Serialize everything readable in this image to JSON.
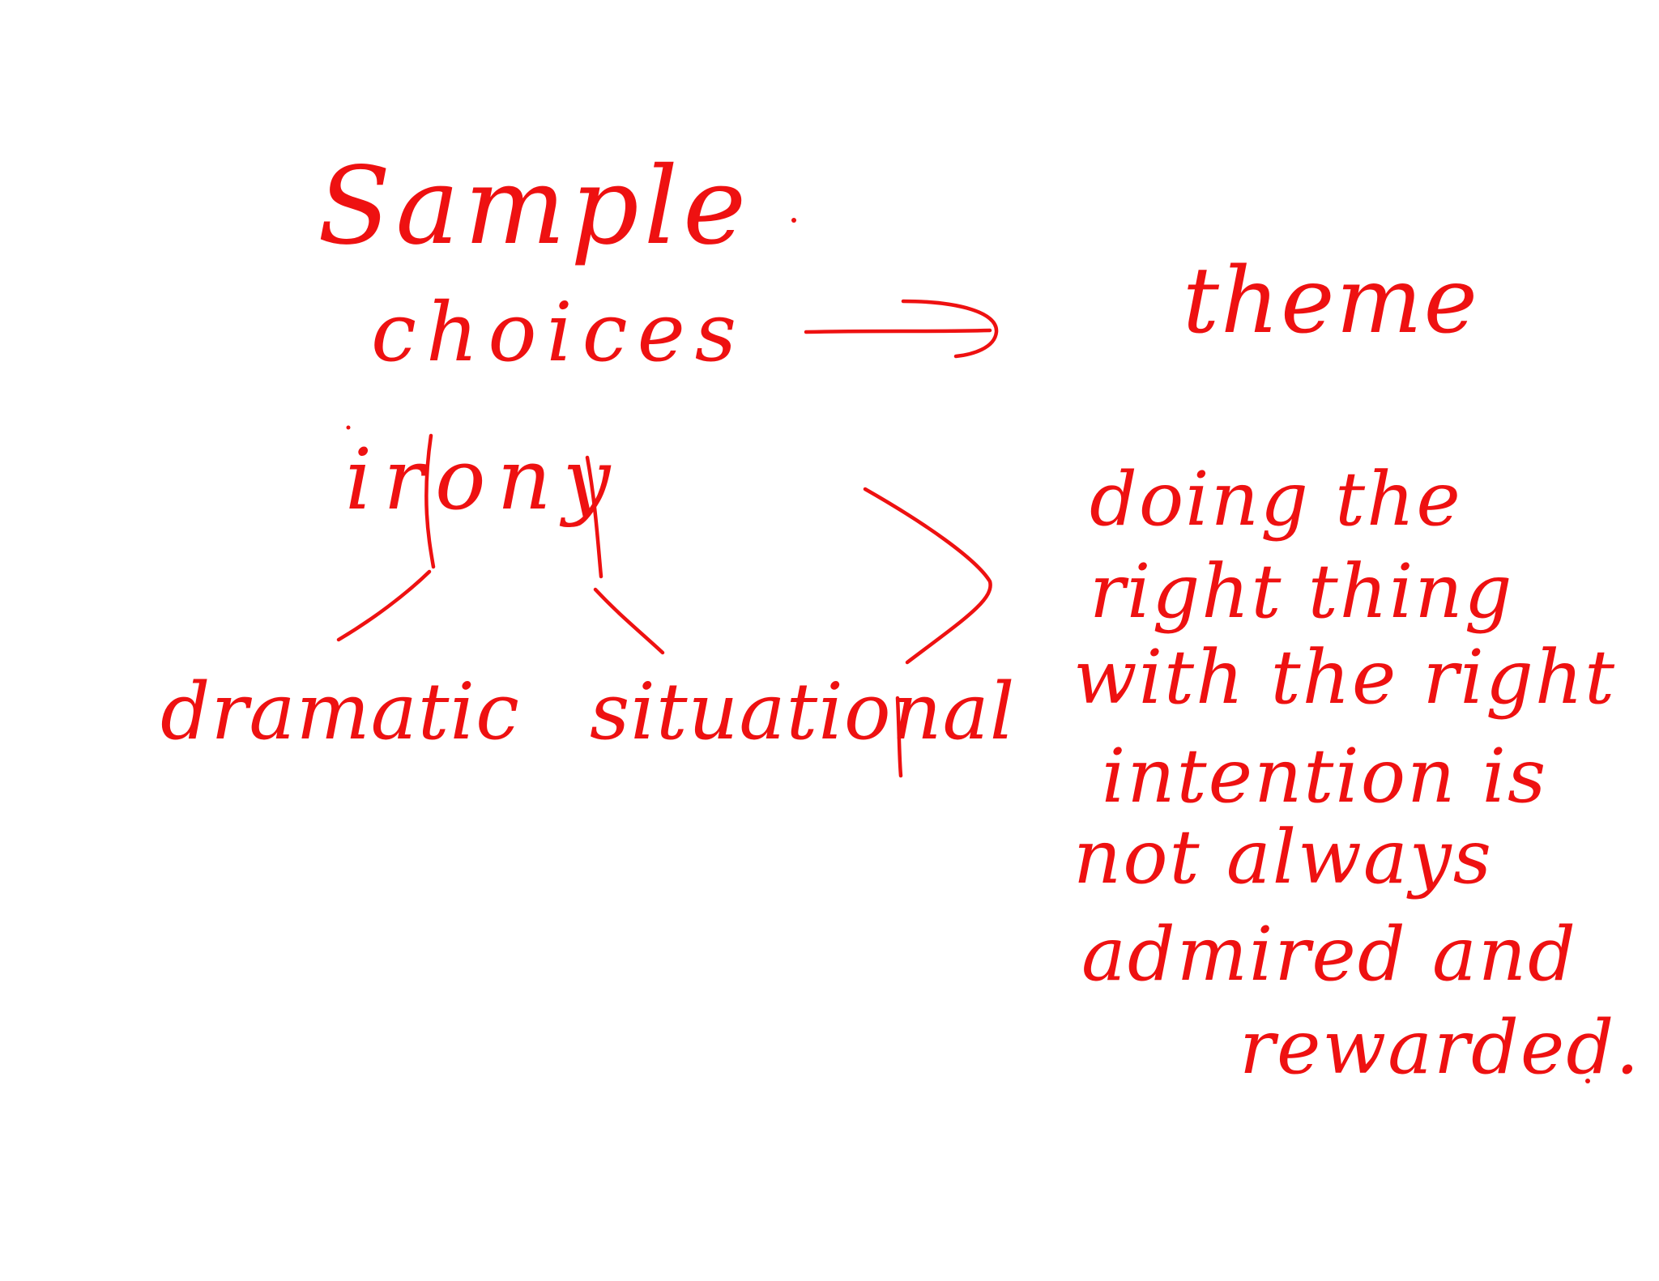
{
  "whiteboard": {
    "ink_color": "#ee1111",
    "background_color": "#ffffff",
    "title": "Sample",
    "left_top": "choices",
    "left_middle": "irony",
    "branches": [
      "dramatic",
      "situational"
    ],
    "right_top": "theme",
    "theme_statement": [
      "doing the",
      "right thing",
      "with the right",
      "intention is",
      "not always",
      "admired and",
      "rewarded."
    ]
  }
}
